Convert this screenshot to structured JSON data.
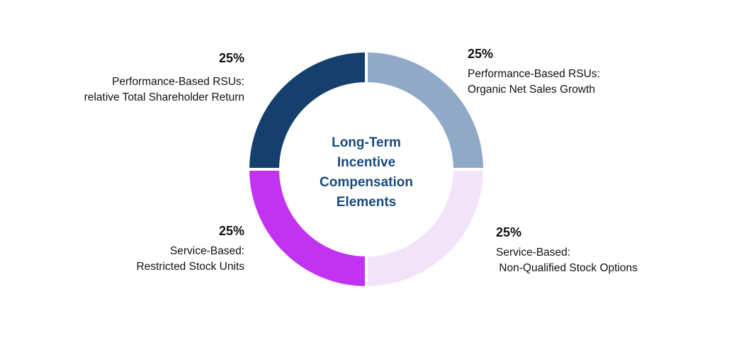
{
  "chart_data": {
    "type": "pie",
    "donut": true,
    "title": "Long-Term Incentive Compensation Elements",
    "unit": "%",
    "start_angle_deg": -90,
    "direction": "clockwise",
    "legend_position": "none",
    "categories": [
      "Performance-Based RSUs: Organic Net Sales Growth",
      "Service-Based: Non-Qualified Stock Options",
      "Service-Based: Restricted Stock Units",
      "Performance-Based RSUs: relative Total Shareholder Return"
    ],
    "values": [
      25,
      25,
      25,
      25
    ],
    "segments": [
      {
        "id": "organic-net-sales-growth",
        "label": "Performance-Based RSUs: Organic Net Sales Growth",
        "value": 25,
        "color": "#8FA9C7",
        "position": "top-right"
      },
      {
        "id": "non-qualified-stock-options",
        "label": "Service-Based: Non-Qualified Stock Options",
        "value": 25,
        "color": "#F3E3F9",
        "position": "bottom-right"
      },
      {
        "id": "restricted-stock-units",
        "label": "Service-Based: Restricted Stock Units",
        "value": 25,
        "color": "#C133F0",
        "position": "bottom-left"
      },
      {
        "id": "relative-total-shareholder-return",
        "label": "Performance-Based RSUs: relative Total Shareholder Return",
        "value": 25,
        "color": "#15406D",
        "position": "top-left"
      }
    ]
  },
  "labels": {
    "top_left": {
      "pct": "25%",
      "line1": "Performance-Based RSUs:",
      "line2": "relative Total Shareholder Return"
    },
    "top_right": {
      "pct": "25%",
      "line1": "Performance-Based RSUs:",
      "line2": "Organic Net Sales Growth"
    },
    "bottom_left": {
      "pct": "25%",
      "line1": "Service-Based:",
      "line2": "Restricted Stock Units"
    },
    "bottom_right": {
      "pct": "25%",
      "line1": "Service-Based:",
      "line2": " Non-Qualified Stock Options"
    }
  },
  "center": {
    "line1": "Long-Term",
    "line2": "Incentive",
    "line3": "Compensation",
    "line4": "Elements"
  },
  "colors": {
    "center_text": "#17497E",
    "background": "#FFFFFF",
    "segment_gap": "#FFFFFF"
  }
}
